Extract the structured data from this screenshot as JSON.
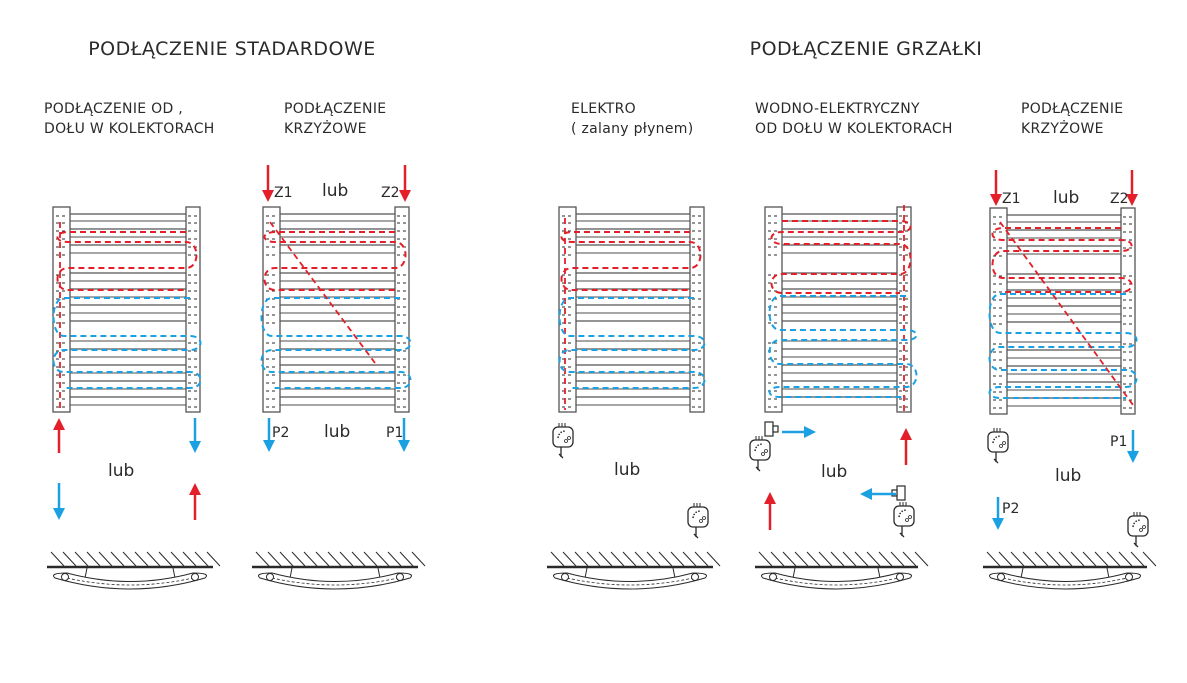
{
  "titles": {
    "standard": "PODŁĄCZENIE STADARDOWE",
    "heater": "PODŁĄCZENIE GRZAŁKI"
  },
  "panels": [
    {
      "line1": "PODŁĄCZENIE OD ,",
      "line2": "DOŁU W KOLEKTORACH"
    },
    {
      "line1": "PODŁĄCZENIE",
      "line2": "KRZYŻOWE"
    },
    {
      "line1": "ELEKTRO",
      "line2": "( zalany płynem)"
    },
    {
      "line1": "WODNO-ELEKTRYCZNY",
      "line2": "OD DOŁU W KOLEKTORACH"
    },
    {
      "line1": "PODŁĄCZENIE",
      "line2": "KRZYŻOWE"
    }
  ],
  "labels": {
    "lub": "lub",
    "z1": "Z1",
    "z2": "Z2",
    "p1": "P1",
    "p2": "P2"
  },
  "colors": {
    "supply": "#e3202a",
    "return": "#1ba1e2",
    "line": "#2a2a2a"
  }
}
